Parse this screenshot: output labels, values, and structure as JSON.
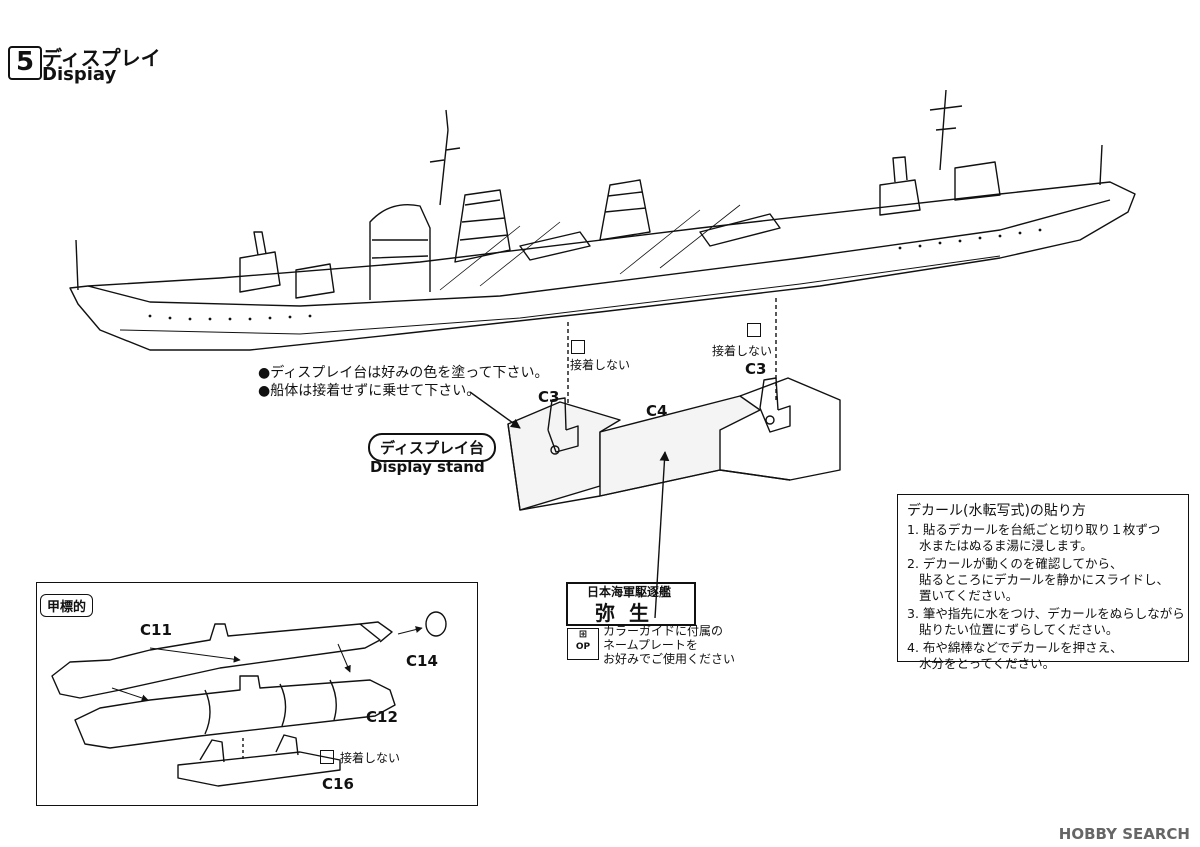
{
  "step": {
    "number": "5",
    "title_jp": "ディスプレイ",
    "title_en": "Dispiay"
  },
  "notes": {
    "paint": "●ディスプレイ台は好みの色を塗って下さい。",
    "no_glue_hull": "●船体は接着せずに乗せて下さい。"
  },
  "no_glue": "接着しない",
  "parts": {
    "c3_left": "C3",
    "c3_right": "C3",
    "c4": "C4",
    "c11": "C11",
    "c12": "C12",
    "c14": "C14",
    "c16": "C16"
  },
  "stand": {
    "label_jp": "ディスプレイ台",
    "label_en": "Display stand"
  },
  "name_plate": {
    "top": "日本海軍駆逐艦",
    "name": "弥生",
    "op_label": "OP",
    "caption": [
      "カラーガイドに付属の",
      "ネームプレートを",
      "お好みでご使用ください"
    ]
  },
  "target": {
    "title": "甲標的"
  },
  "decal": {
    "title": "デカール(水転写式)の貼り方",
    "items": [
      "1. 貼るデカールを台紙ごと切り取り１枚ずつ",
      "水またはぬるま湯に浸します。",
      "2. デカールが動くのを確認してから、",
      "貼るところにデカールを静かにスライドし、",
      "置いてください。",
      "3. 筆や指先に水をつけ、デカールをぬらしながら",
      "貼りたい位置にずらしてください。",
      "4. 布や綿棒などでデカールを押さえ、",
      "水分をとってください。"
    ]
  },
  "watermark": "HOBBY SEARCH"
}
